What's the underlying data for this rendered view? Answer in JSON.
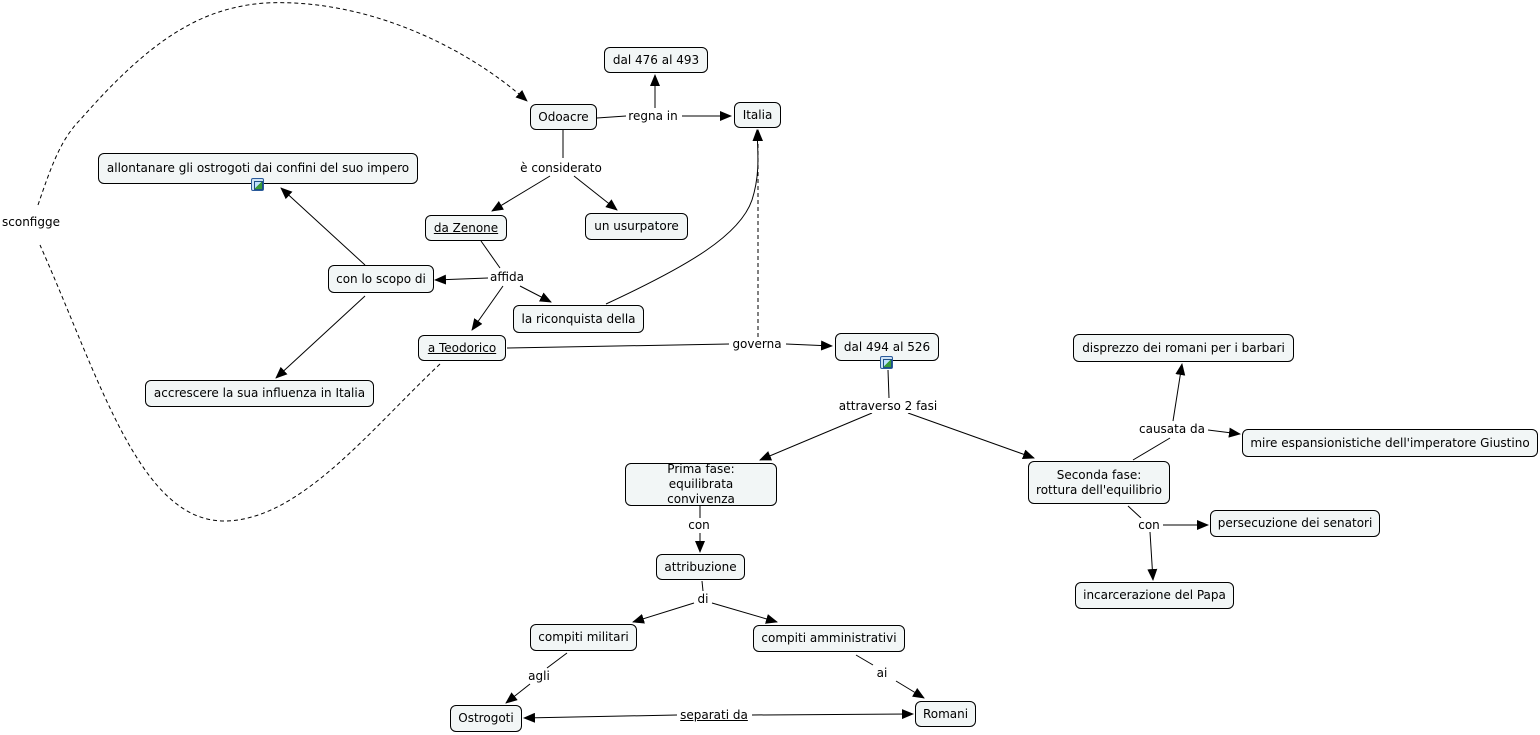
{
  "nodes": {
    "dal476": "dal 476 al 493",
    "odoacre": "Odoacre",
    "italia": "Italia",
    "allontanare": "allontanare gli ostrogoti dai confini del suo impero",
    "zenone": "da Zenone",
    "usurpatore": "un usurpatore",
    "scopo": "con lo scopo di",
    "riconquista": "la riconquista della",
    "teodorico": "a Teodorico",
    "dal494": "dal 494 al 526",
    "accrescere": "accrescere la sua influenza in Italia",
    "disprezzo": "disprezzo dei romani per i barbari",
    "mire": "mire espansionistiche dell'imperatore Giustino",
    "prima": "Prima fase:\nequilibrata convivenza",
    "seconda": "Seconda fase:\nrottura dell'equilibrio",
    "persecuzione": "persecuzione dei senatori",
    "attribuzione": "attribuzione",
    "incarcerazione": "incarcerazione del Papa",
    "militari": "compiti militari",
    "amministrativi": "compiti amministrativi",
    "ostrogoti": "Ostrogoti",
    "romani": "Romani"
  },
  "links": {
    "regna": "regna in",
    "considerato": "è considerato",
    "sconfigge": "sconfigge",
    "affida": "affida",
    "governa": "governa",
    "attraverso": "attraverso 2 fasi",
    "causata": "causata da",
    "con1": "con",
    "con2": "con",
    "di": "di",
    "agli": "agli",
    "ai": "ai",
    "separati": "separati da"
  },
  "icons": {
    "allontanare": "image-resource-icon",
    "dal494": "image-resource-icon"
  },
  "colors": {
    "node_fill": "#f2f6f6",
    "line": "#000000"
  }
}
